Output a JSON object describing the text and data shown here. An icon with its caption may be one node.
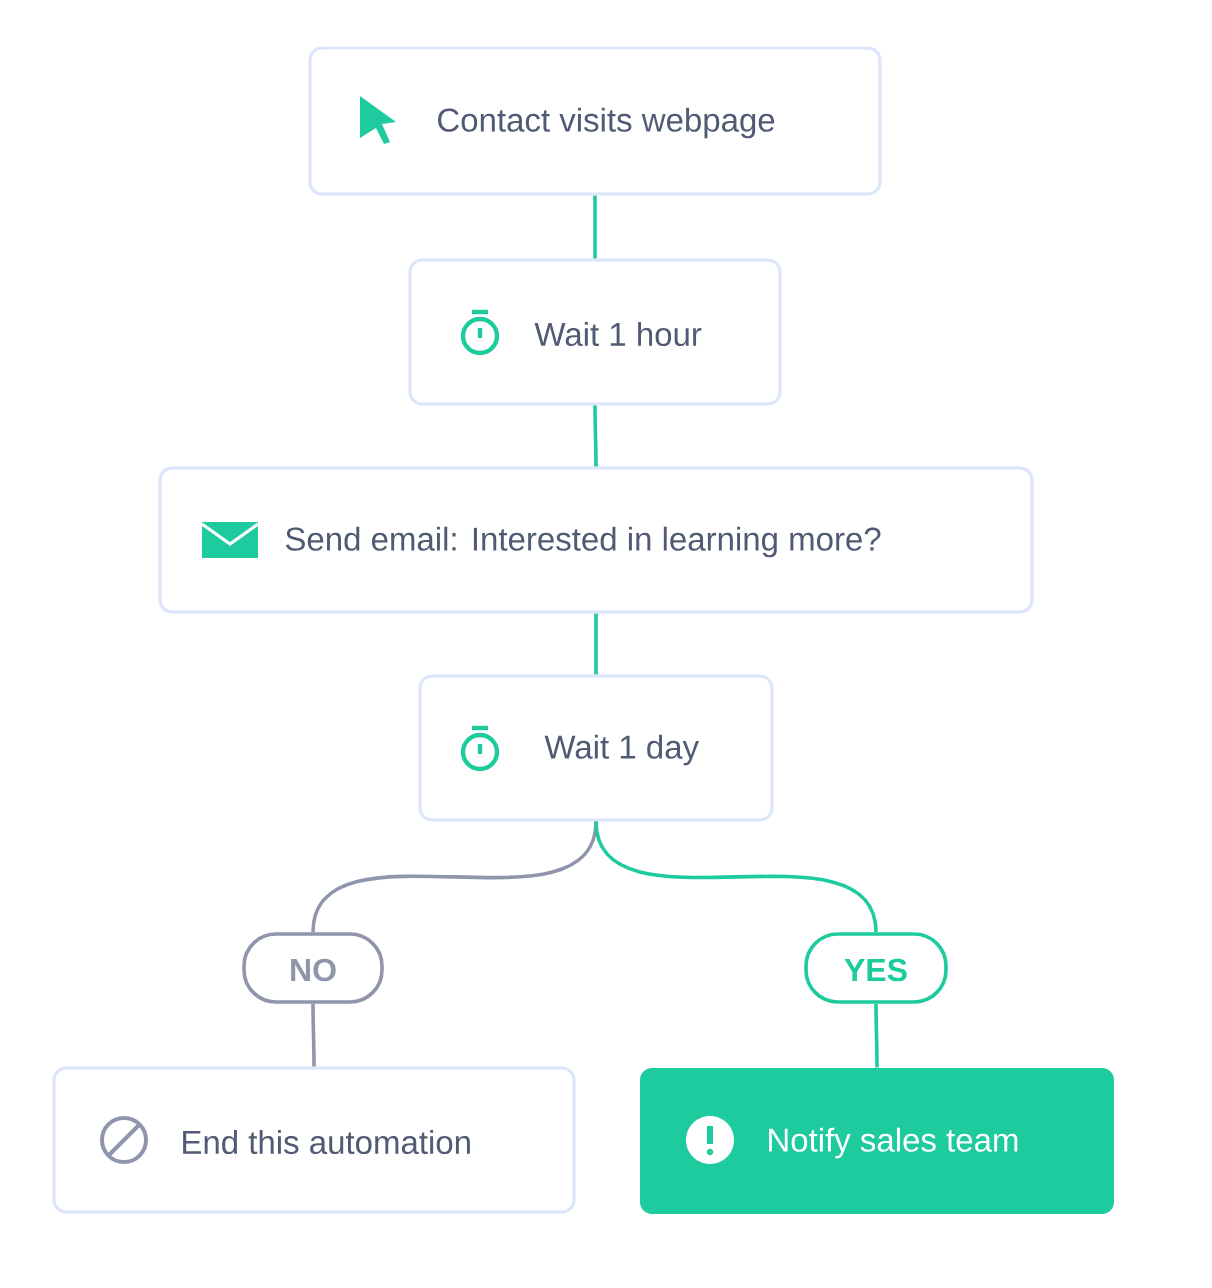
{
  "diagram": {
    "nodes": [
      {
        "text": [
          "Contact visits webpage"
        ]
      },
      {
        "text": [
          "Wait 1 hour"
        ]
      },
      {
        "text": [
          "Send email: Interested in learning more?"
        ]
      },
      {
        "text": [
          "Wait 1 day"
        ]
      },
      {
        "text": [
          "NO"
        ]
      },
      {
        "text": [
          "YES"
        ]
      },
      {
        "text": [
          "End this automation"
        ]
      },
      {
        "text": [
          "Notify sales team"
        ]
      }
    ],
    "edges": [
      {
        "from": 0,
        "to": 1,
        "arrow": "none"
      },
      {
        "from": 1,
        "to": 2,
        "arrow": "none"
      },
      {
        "from": 2,
        "to": 3,
        "arrow": "none"
      },
      {
        "from": 3,
        "to": 4,
        "arrow": "none",
        "color": "#8f95ab"
      },
      {
        "from": 3,
        "to": 5,
        "arrow": "none"
      },
      {
        "from": 4,
        "to": 6,
        "arrow": "none",
        "color": "#8f95ab"
      },
      {
        "from": 5,
        "to": 7,
        "arrow": "none"
      }
    ]
  }
}
